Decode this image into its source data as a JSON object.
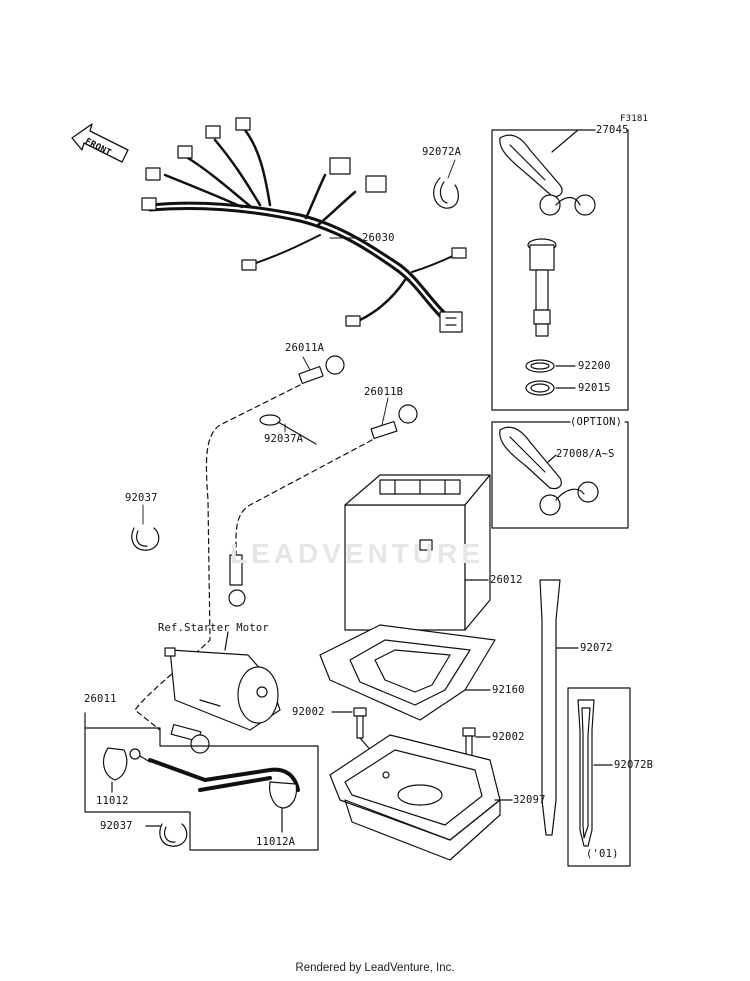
{
  "diagram": {
    "code": "F3181",
    "front_label": "FRONT",
    "watermark": "LEADVENTURE",
    "parts": {
      "p27045": "27045",
      "p92072A": "92072A",
      "p26030": "26030",
      "p92200": "92200",
      "p92015": "92015",
      "option": "(OPTION)",
      "p27008": "27008/A~S",
      "p26011A": "26011A",
      "p26011B": "26011B",
      "p92037A": "92037A",
      "p92037_top": "92037",
      "p26012": "26012",
      "ref_starter": "Ref.Starter Motor",
      "p92072": "92072",
      "p92160": "92160",
      "p92002_left": "92002",
      "p92002_right": "92002",
      "p92072B": "92072B",
      "p26011": "26011",
      "p32097": "32097",
      "p11012": "11012",
      "p92037_bottom": "92037",
      "p11012A": "11012A",
      "year_note": "('01)"
    }
  },
  "footer": {
    "text": "Rendered by LeadVenture, Inc."
  }
}
